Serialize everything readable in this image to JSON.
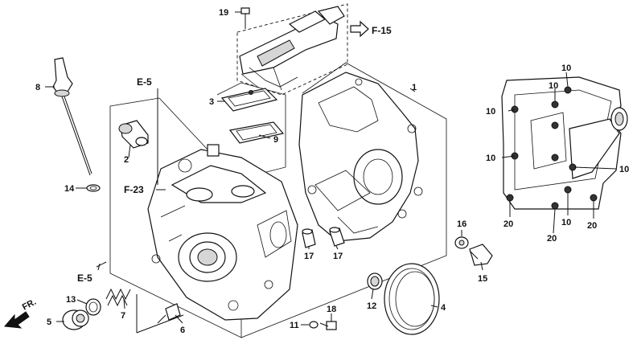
{
  "callouts": {
    "c1": "1",
    "c2": "2",
    "c3": "3",
    "c4": "4",
    "c5": "5",
    "c6": "6",
    "c7": "7",
    "c8": "8",
    "c9": "9",
    "c11": "11",
    "c12": "12",
    "c13": "13",
    "c14": "14",
    "c15": "15",
    "c16": "16",
    "c17a": "17",
    "c17b": "17",
    "c18": "18",
    "c19": "19",
    "c10a": "10",
    "c10b": "10",
    "c10c": "10",
    "c10d": "10",
    "c10e": "10",
    "c10f": "10",
    "c20a": "20",
    "c20b": "20",
    "c20c": "20"
  },
  "refs": {
    "f15": "F-15",
    "e5_top": "E-5",
    "f23": "F-23",
    "e5_left": "E-5",
    "front": "FR."
  }
}
